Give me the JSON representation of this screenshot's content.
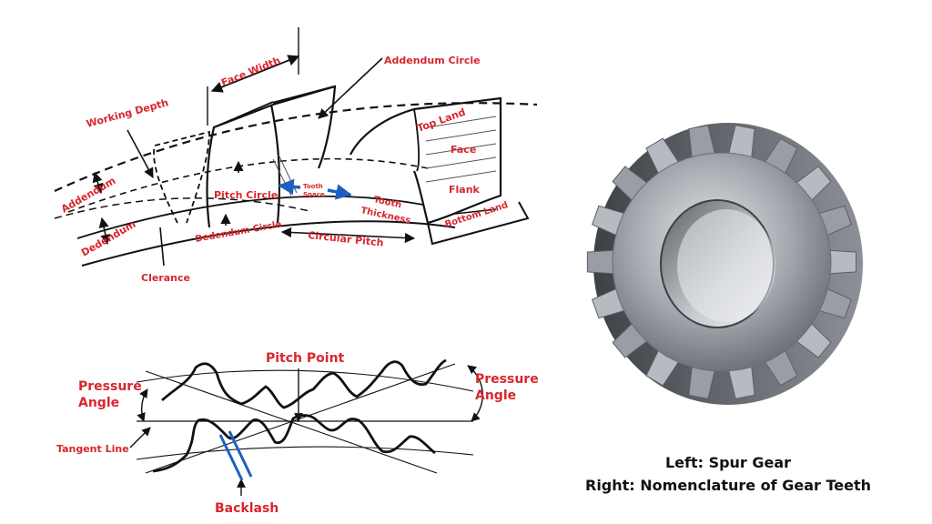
{
  "labels": {
    "face_width": "Face Width",
    "addendum_circle": "Addendum Circle",
    "working_depth": "Working Depth",
    "top_land": "Top Land",
    "face": "Face",
    "flank": "Flank",
    "bottom_land": "Bottom Land",
    "pitch_circle": "Pitch Circle",
    "tooth_space_1": "Tooth",
    "tooth_space_2": "Space",
    "tooth_thickness_1": "Tooth",
    "tooth_thickness_2": "Thickness",
    "addendum": "Addendum",
    "dedendum": "Dedendum",
    "dedendum_circle": "Dedendum Circle",
    "circular_pitch": "Circular Pitch",
    "clearance": "Clerance",
    "pitch_point": "Pitch Point",
    "pressure_angle_left_1": "Pressure",
    "pressure_angle_left_2": "Angle",
    "pressure_angle_right_1": "Pressure",
    "pressure_angle_right_2": "Angle",
    "tangent_line": "Tangent Line",
    "backlash": "Backlash"
  },
  "caption": {
    "line1": "Left: Spur Gear",
    "line2": "Right: Nomenclature of Gear Teeth"
  },
  "colors": {
    "label": "#d8262d",
    "arrow_blue": "#1f5fbf",
    "ink": "#111111",
    "gear_light": "#b9bcc2",
    "gear_dark": "#4a4d52"
  }
}
